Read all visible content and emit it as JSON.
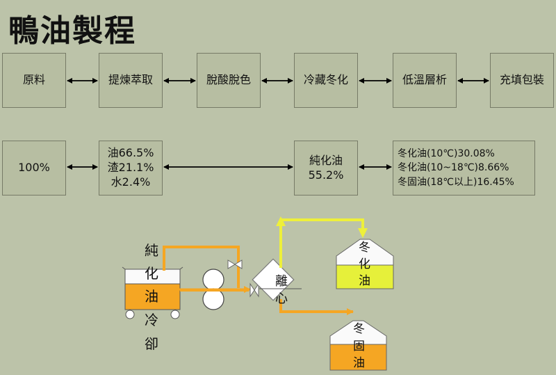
{
  "title": "鴨油製程",
  "process": [
    "原料",
    "提煉萃取",
    "脫酸脫色",
    "冷藏冬化",
    "低溫層析",
    "充填包裝"
  ],
  "yields": {
    "raw": "100%",
    "extract": [
      "油66.5%",
      "渣21.1%",
      "水2.4%"
    ],
    "pure": [
      "純化油",
      "55.2%"
    ],
    "fractions": [
      "冬化油(10℃)30.08%",
      "冬化油(10~18℃)8.66%",
      "冬固油(18℃以上)16.45%"
    ]
  },
  "apparatus": {
    "tank_labels": [
      "純",
      "化",
      "油",
      "冷",
      "卻"
    ],
    "centrifuge_label": [
      "離",
      "心"
    ],
    "winter_oil_labels": [
      "冬",
      "化",
      "油"
    ],
    "solid_oil_labels": [
      "冬",
      "固",
      "油"
    ]
  },
  "colors": {
    "background": "#bcc3a9",
    "orange_oil": "#f5a623",
    "yellow_oil": "#e6f03a"
  }
}
